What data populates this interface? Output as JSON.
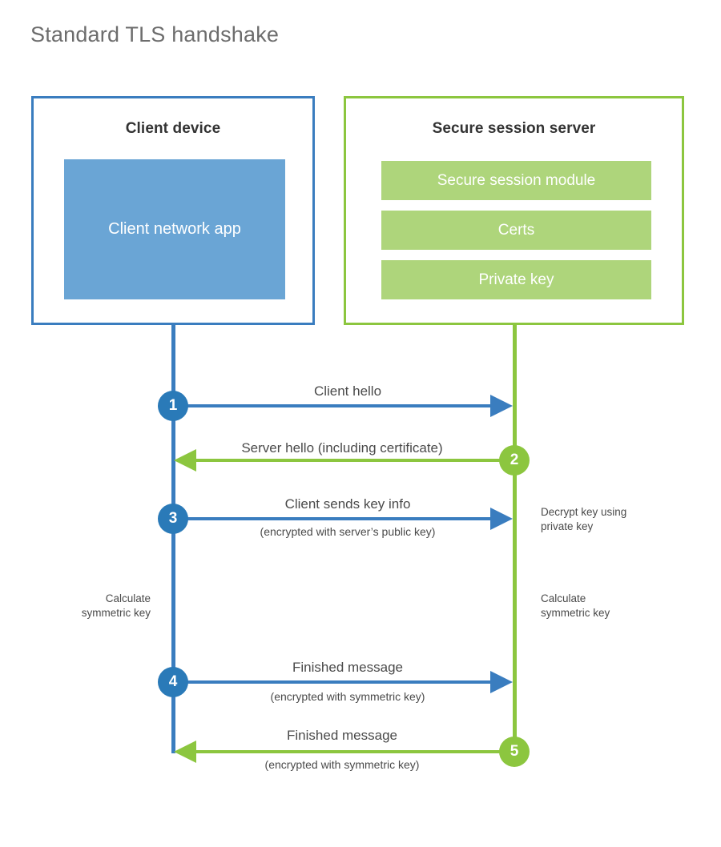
{
  "page": {
    "title": "Standard TLS handshake",
    "background": "#ffffff"
  },
  "colors": {
    "client_blue": "#3a7dbf",
    "client_circle_blue": "#2a7ab8",
    "client_app_fill": "#6aa5d5",
    "server_green": "#8cc63f",
    "server_module_fill": "#aed57b",
    "text_gray": "#4a4a4a",
    "title_gray": "#6d6d6d"
  },
  "client": {
    "title": "Client device",
    "app_label": "Client network app"
  },
  "server": {
    "title": "Secure session server",
    "modules": [
      {
        "label": "Secure session module"
      },
      {
        "label": "Certs"
      },
      {
        "label": "Private key"
      }
    ]
  },
  "steps": [
    {
      "number": "1",
      "direction": "client-to-server",
      "color": "#3a7dbf",
      "main_label": "Client hello",
      "sub_label": ""
    },
    {
      "number": "2",
      "direction": "server-to-client",
      "color": "#8cc63f",
      "main_label": "Server hello (including certificate)",
      "sub_label": ""
    },
    {
      "number": "3",
      "direction": "client-to-server",
      "color": "#3a7dbf",
      "main_label": "Client sends key info",
      "sub_label": "(encrypted with server’s public key)"
    },
    {
      "number": "4",
      "direction": "client-to-server",
      "color": "#3a7dbf",
      "main_label": "Finished message",
      "sub_label": "(encrypted with symmetric key)"
    },
    {
      "number": "5",
      "direction": "server-to-client",
      "color": "#8cc63f",
      "main_label": "Finished message",
      "sub_label": "(encrypted with symmetric key)"
    }
  ],
  "notes": {
    "decrypt_key": "Decrypt key using\nprivate key",
    "decrypt_key_line1": "Decrypt key using",
    "decrypt_key_line2": "private key",
    "client_calculate_line1": "Calculate",
    "client_calculate_line2": "symmetric key",
    "server_calculate_line1": "Calculate",
    "server_calculate_line2": "symmetric key"
  }
}
